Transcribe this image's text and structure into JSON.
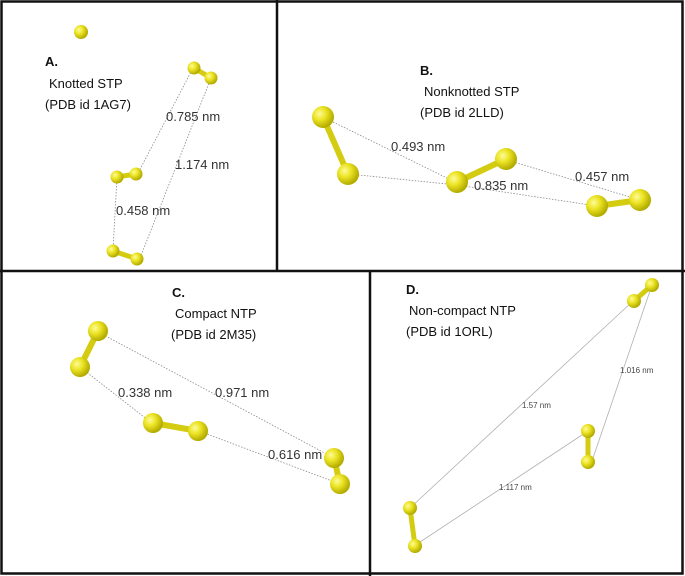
{
  "figure": {
    "colors": {
      "atom": "#e8e020",
      "atom_highlight": "#fbf86a",
      "atom_shade": "#b8b000",
      "border": "#111111",
      "distance_line": "#999999"
    },
    "panels": [
      {
        "id": "A",
        "letter": "A.",
        "title": "Knotted STP",
        "pdb": "(PDB id 1AG7)",
        "distances": [
          "0.785 nm",
          "1.174 nm",
          "0.458 nm"
        ]
      },
      {
        "id": "B",
        "letter": "B.",
        "title": "Nonknotted STP",
        "pdb": "(PDB id 2LLD)",
        "distances": [
          "0.493 nm",
          "0.835 nm",
          "0.457 nm"
        ]
      },
      {
        "id": "C",
        "letter": "C.",
        "title": "Compact NTP",
        "pdb": "(PDB id 2M35)",
        "distances": [
          "0.338 nm",
          "0.971 nm",
          "0.616 nm"
        ]
      },
      {
        "id": "D",
        "letter": "D.",
        "title": "Non-compact NTP",
        "pdb": "(PDB id 1ORL)",
        "distances": [
          "1.57 nm",
          "1.016 nm",
          "1.117 nm"
        ]
      }
    ]
  }
}
